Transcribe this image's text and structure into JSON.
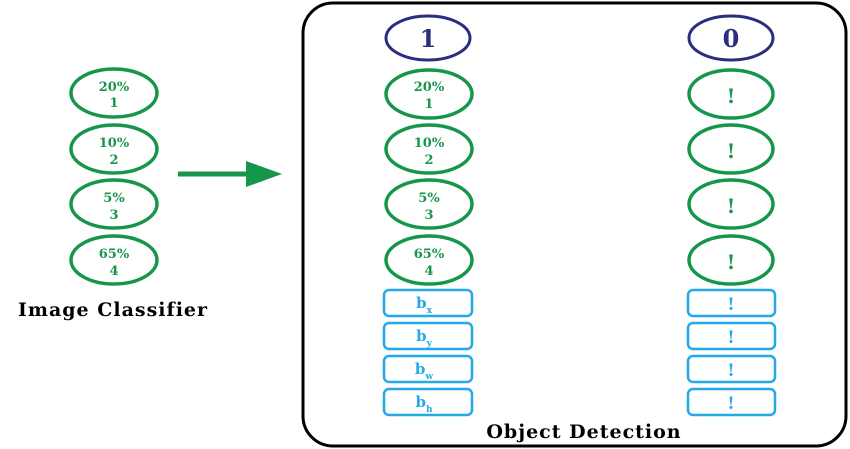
{
  "colors": {
    "green": "#15964a",
    "blue": "#22a9e6",
    "navy": "#2b2d7e",
    "black": "#000000"
  },
  "classifier": {
    "label": "Image Classifier",
    "classes": [
      {
        "prob": "20%",
        "index": "1"
      },
      {
        "prob": "10%",
        "index": "2"
      },
      {
        "prob": "5%",
        "index": "3"
      },
      {
        "prob": "65%",
        "index": "4"
      }
    ]
  },
  "detection": {
    "label": "Object Detection",
    "columns": [
      {
        "header": "1",
        "classes": [
          {
            "prob": "20%",
            "index": "1"
          },
          {
            "prob": "10%",
            "index": "2"
          },
          {
            "prob": "5%",
            "index": "3"
          },
          {
            "prob": "65%",
            "index": "4"
          }
        ],
        "boxes": [
          {
            "base": "b",
            "sub": "x"
          },
          {
            "base": "b",
            "sub": "y"
          },
          {
            "base": "b",
            "sub": "w"
          },
          {
            "base": "b",
            "sub": "h"
          }
        ]
      },
      {
        "header": "0",
        "classes": [
          {
            "prob": "!",
            "index": ""
          },
          {
            "prob": "!",
            "index": ""
          },
          {
            "prob": "!",
            "index": ""
          },
          {
            "prob": "!",
            "index": ""
          }
        ],
        "boxes": [
          {
            "base": "!",
            "sub": ""
          },
          {
            "base": "!",
            "sub": ""
          },
          {
            "base": "!",
            "sub": ""
          },
          {
            "base": "!",
            "sub": ""
          }
        ]
      }
    ]
  }
}
